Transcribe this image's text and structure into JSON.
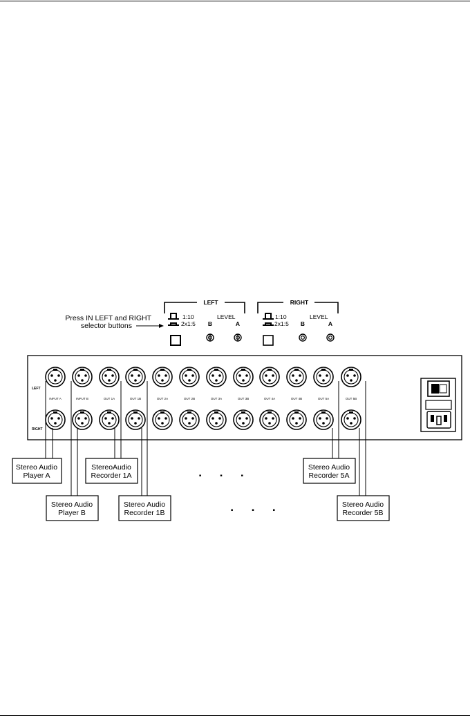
{
  "annotation": {
    "line1": "Press IN LEFT and RIGHT",
    "line2": "selector buttons"
  },
  "control_panel": {
    "left": {
      "title": "LEFT",
      "button_1_10": "1:10",
      "button_2x1_5": "2x1:5",
      "level": "LEVEL",
      "b": "B",
      "a": "A"
    },
    "right": {
      "title": "RIGHT",
      "button_1_10": "1:10",
      "button_2x1_5": "2x1:5",
      "level": "LEVEL",
      "b": "B",
      "a": "A"
    }
  },
  "rear_panel": {
    "row_labels": {
      "left": "LEFT",
      "right": "RIGHT"
    },
    "connectors": [
      "INPUT A",
      "INPUT B",
      "OUT 1A",
      "OUT 1B",
      "OUT 2A",
      "OUT 2B",
      "OUT 3A",
      "OUT 3B",
      "OUT 4A",
      "OUT 4B",
      "OUT 5A",
      "OUT 5B"
    ]
  },
  "devices": {
    "player_a": [
      "Stereo Audio",
      "Player A"
    ],
    "player_b": [
      "Stereo Audio",
      "Player B"
    ],
    "recorder_1a": [
      "StereoAudio",
      "Recorder 1A"
    ],
    "recorder_1b": [
      "Stereo Audio",
      "Recorder 1B"
    ],
    "recorder_5a": [
      "Stereo Audio",
      "Recorder 5A"
    ],
    "recorder_5b": [
      "Stereo Audio",
      "Recorder 5B"
    ]
  },
  "ellipsis_marks": [
    "▪ ▪ ▪",
    "▪ ▪ ▪"
  ]
}
